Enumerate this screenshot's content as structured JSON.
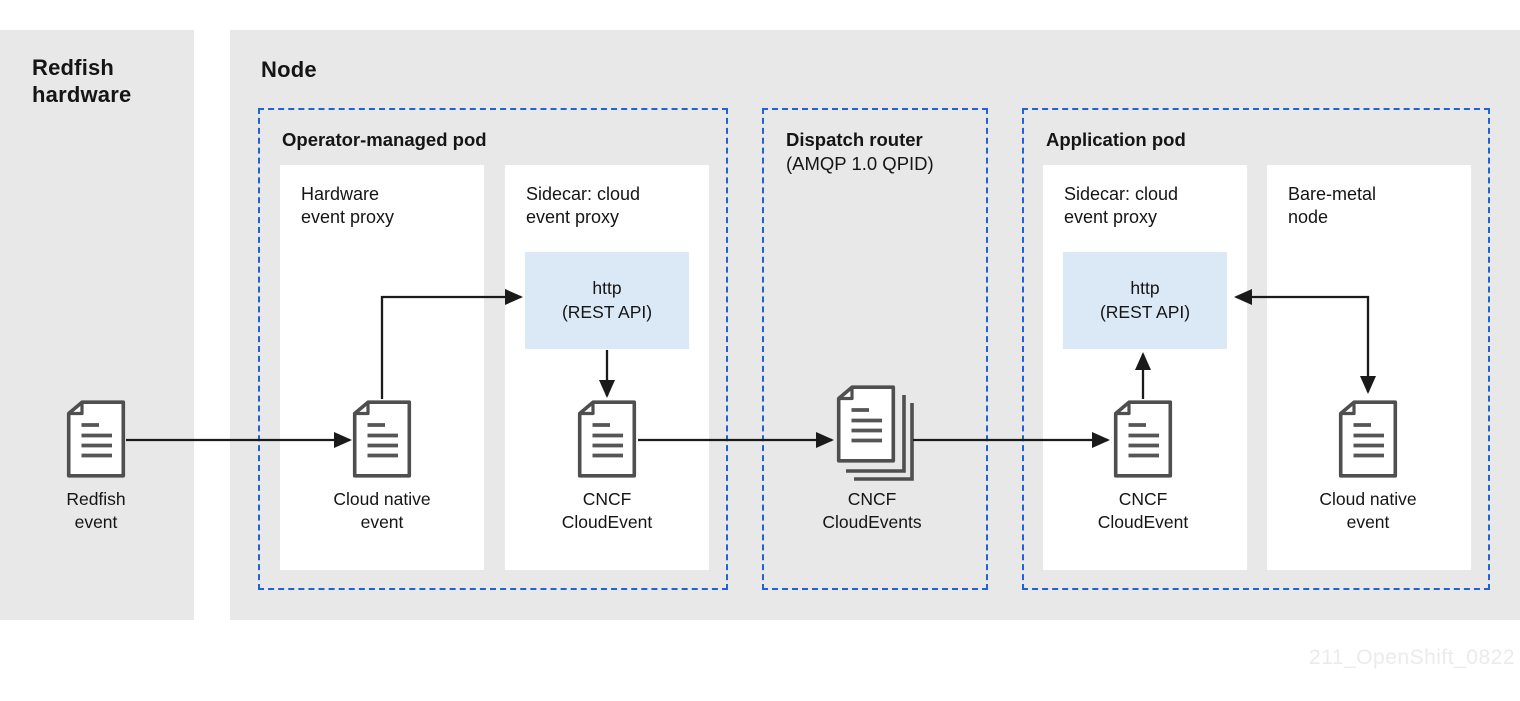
{
  "colors": {
    "panel_gray": "#e8e8e8",
    "pod_border_blue": "#2064d4",
    "http_box_blue": "#dbe9f6",
    "line_black": "#1a1a1a",
    "doc_stroke_gray": "#4f4f4f",
    "watermark_gray": "#ebebeb"
  },
  "left_panel": {
    "title_lines": [
      "Redfish",
      "hardware"
    ],
    "document": {
      "icon": "document-icon",
      "label_lines": [
        "Redfish",
        "event"
      ]
    }
  },
  "node_panel": {
    "title": "Node",
    "operator_pod": {
      "title": "Operator-managed pod",
      "hardware_event_proxy": {
        "title_lines": [
          "Hardware",
          "event proxy"
        ],
        "document": {
          "icon": "document-icon",
          "label_lines": [
            "Cloud native",
            "event"
          ]
        }
      },
      "sidecar": {
        "title_lines": [
          "Sidecar: cloud",
          "event proxy"
        ],
        "http_box": {
          "lines": [
            "http",
            "(REST API)"
          ]
        },
        "document": {
          "icon": "document-icon",
          "label_lines": [
            "CNCF",
            "CloudEvent"
          ]
        }
      }
    },
    "dispatch_router": {
      "title": "Dispatch router",
      "subtitle": "(AMQP 1.0 QPID)",
      "document": {
        "icon": "document-stack-icon",
        "label_lines": [
          "CNCF",
          "CloudEvents"
        ]
      }
    },
    "application_pod": {
      "title": "Application pod",
      "sidecar": {
        "title_lines": [
          "Sidecar: cloud",
          "event proxy"
        ],
        "http_box": {
          "lines": [
            "http",
            "(REST API)"
          ]
        },
        "document": {
          "icon": "document-icon",
          "label_lines": [
            "CNCF",
            "CloudEvent"
          ]
        }
      },
      "bare_metal_node": {
        "title_lines": [
          "Bare-metal",
          "node"
        ],
        "document": {
          "icon": "document-icon",
          "label_lines": [
            "Cloud native",
            "event"
          ]
        }
      }
    }
  },
  "watermark": {
    "text": "211_OpenShift_0822"
  }
}
